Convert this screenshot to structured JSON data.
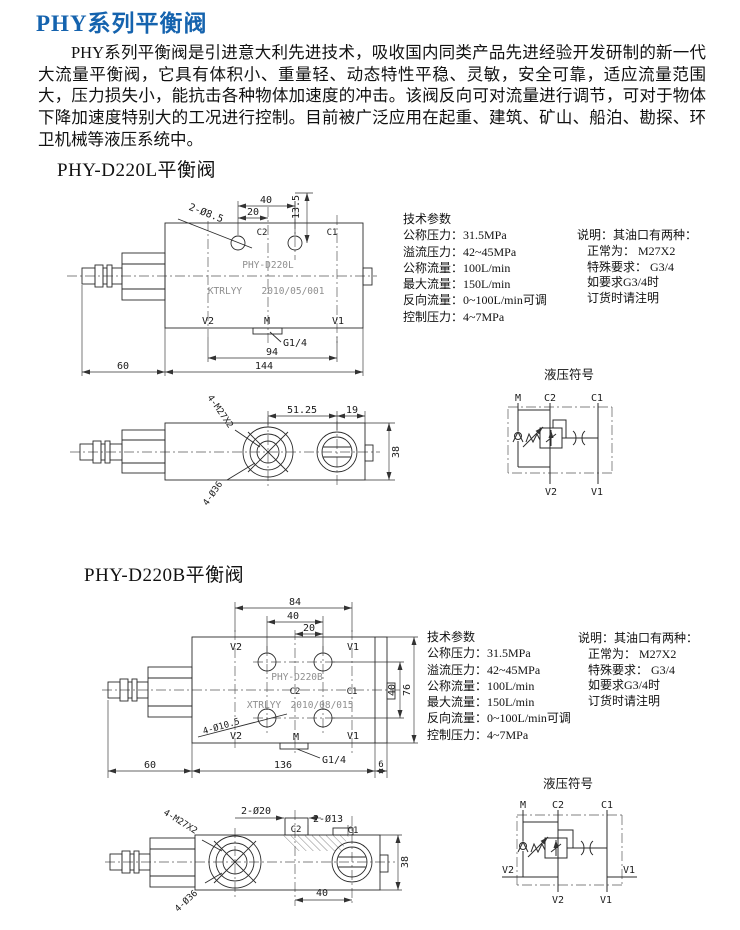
{
  "page": {
    "title": "PHY系列平衡阀",
    "intro": "PHY系列平衡阀是引进意大利先进技术，吸收国内同类产品先进经验开发研制的新一代大流量平衡阀，它具有体积小、重量轻、动态特性平稳、灵敏，安全可靠，适应流量范围大，压力损失小，能抗击各种物体加速度的冲击。该阀反向可对流量进行调节，可对于物体下降加速度特别大的工况进行控制。目前被广泛应用在起重、建筑、矿山、船泊、勘探、环卫机械等液压系统中。",
    "accent_color": "#1563ae"
  },
  "specs": {
    "title": "技术参数",
    "items": [
      {
        "label": "公称压力：",
        "value": "31.5MPa"
      },
      {
        "label": "溢流压力：",
        "value": "42~45MPa"
      },
      {
        "label": "公称流量：",
        "value": "100L/min"
      },
      {
        "label": "最大流量：",
        "value": "150L/min"
      },
      {
        "label": "反向流量：",
        "value": "0~100L/min可调"
      },
      {
        "label": "控制压力：",
        "value": "4~7MPa"
      }
    ]
  },
  "notes": {
    "title": "说明：其油口有两种：",
    "lines": [
      "正常为： M27X2",
      "特殊要求： G3/4",
      "如要求G3/4时",
      "订货时请注明"
    ]
  },
  "symbol": {
    "title": "液压符号",
    "ports_top": [
      "M",
      "C2",
      "C1"
    ],
    "ports_bottom": [
      "V2",
      "V1"
    ]
  },
  "sectionL": {
    "heading": "PHY-D220L平衡阀",
    "drawing": {
      "model": "PHY-D220L",
      "stamp": "KTRLYY",
      "date": "2010/05/001",
      "dim_hole_spacing": "40",
      "dim_hole_half": "20",
      "dim_hole_offset": "13.5",
      "label_mount_holes": "2-Ø8.5",
      "port_c2": "C2",
      "port_c1": "C1",
      "port_v2": "V2",
      "port_m": "M",
      "port_v1": "V1",
      "label_gauge_port": "G1/4",
      "dim_port_span": "94",
      "dim_body_length": "144",
      "dim_adjuster_length": "60",
      "label_thread": "4-M27X2",
      "dim_port_spacing": "51.25",
      "dim_port_edge": "19",
      "label_port_dia": "4-Ø36",
      "dim_body_width": "38"
    }
  },
  "sectionB": {
    "heading": "PHY-D220B平衡阀",
    "drawing": {
      "model": "PHY-D220B",
      "stamp": "XTRLYY",
      "date": "2010/08/015",
      "dim_outer_span": "84",
      "dim_hole_spacing": "40",
      "dim_hole_half": "20",
      "port_v2": "V2",
      "port_v1": "V1",
      "port_c2": "C2",
      "port_c1": "C1",
      "port_m": "M",
      "label_mount_holes": "4-Ø10.5",
      "label_gauge_port": "G1/4",
      "dim_row_spacing": "40",
      "dim_body_height": "76",
      "dim_adjuster_length": "60",
      "dim_body_length": "136",
      "dim_end": "6",
      "label_thread": "4-M27X2",
      "label_cbore20": "2-Ø20",
      "label_cbore13": "2-Ø13",
      "label_port_dia": "4-Ø36",
      "dim_port40": "40",
      "dim_body_width": "38"
    }
  }
}
